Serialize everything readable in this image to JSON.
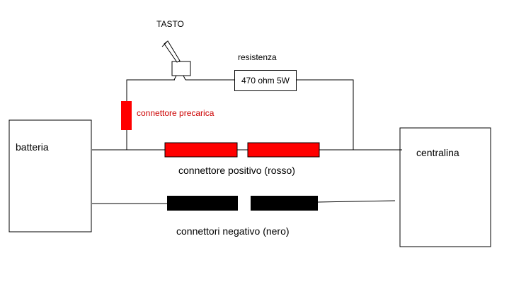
{
  "labels": {
    "tasto": "TASTO",
    "resistenza": "resistenza",
    "resistor_value": "470 ohm 5W",
    "connettore_precarica": "connettore precarica",
    "batteria": "batteria",
    "centralina": "centralina",
    "connettore_positivo": "connettore positivo (rosso)",
    "connettori_negativo": "connettori negativo (nero)"
  },
  "colors": {
    "positive_connector": "#ff0000",
    "negative_connector": "#000000",
    "precharge_label": "#cc0000",
    "wire": "#000000"
  }
}
